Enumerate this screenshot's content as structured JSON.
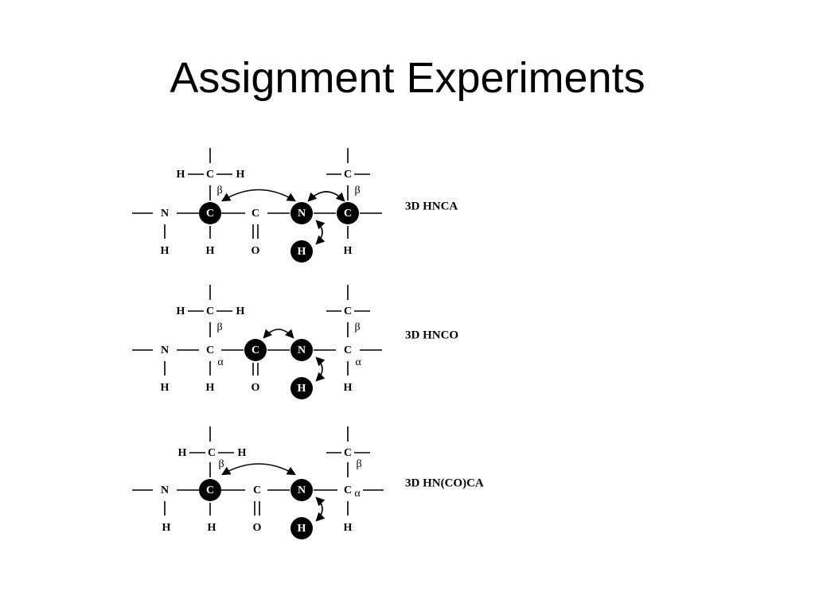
{
  "slide": {
    "title": "Assignment Experiments"
  },
  "atoms": {
    "N": "N",
    "C": "C",
    "H": "H",
    "O": "O",
    "beta": "β",
    "alpha": "α"
  },
  "experiments": [
    {
      "label": "3D HNCA"
    },
    {
      "label": "3D HNCO"
    },
    {
      "label": "3D HN(CO)CA"
    }
  ]
}
